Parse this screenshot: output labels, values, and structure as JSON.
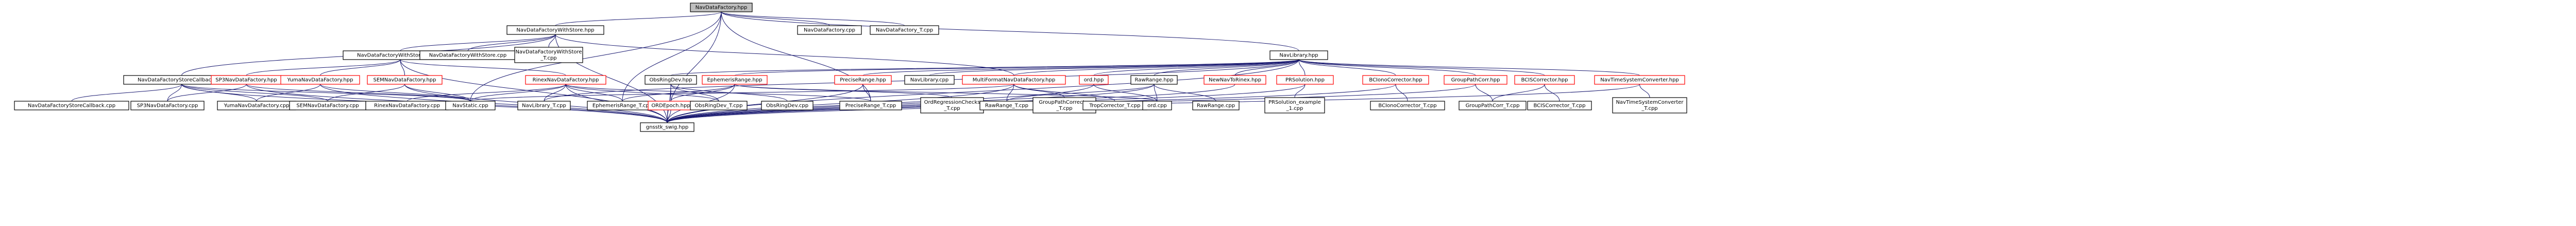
{
  "colors": {
    "edge": "#191970",
    "node_border_black": "#000000",
    "node_border_red": "#ff0000",
    "node_fill": "#ffffff",
    "root_fill": "#bfbfbf",
    "text": "#000000"
  },
  "nodes": [
    {
      "id": "n_root",
      "label": "NavDataFactory.hpp",
      "border": "black",
      "root": true
    },
    {
      "id": "n_withstore",
      "label": "NavDataFactoryWithStore.hpp",
      "border": "black"
    },
    {
      "id": "n_ndf_cpp",
      "label": "NavDataFactory.cpp",
      "border": "black"
    },
    {
      "id": "n_ndf_t",
      "label": "NavDataFactory_T.cpp",
      "border": "black"
    },
    {
      "id": "n_storefile",
      "label": "NavDataFactoryWithStoreFile.hpp",
      "border": "black"
    },
    {
      "id": "n_ws_cpp",
      "label": "NavDataFactoryWithStore.cpp",
      "border": "black"
    },
    {
      "id": "n_ws_t",
      "label": [
        "NavDataFactoryWithStore",
        "_T.cpp"
      ],
      "border": "black"
    },
    {
      "id": "n_navlib",
      "label": "NavLibrary.hpp",
      "border": "black"
    },
    {
      "id": "n_storecb",
      "label": "NavDataFactoryStoreCallback.hpp",
      "border": "black"
    },
    {
      "id": "n_sp3",
      "label": "SP3NavDataFactory.hpp",
      "border": "red"
    },
    {
      "id": "n_yuma",
      "label": "YumaNavDataFactory.hpp",
      "border": "red"
    },
    {
      "id": "n_sem",
      "label": "SEMNavDataFactory.hpp",
      "border": "red"
    },
    {
      "id": "n_rinex",
      "label": "RinexNavDataFactory.hpp",
      "border": "red"
    },
    {
      "id": "n_obsring",
      "label": "ObsRingDev.hpp",
      "border": "black"
    },
    {
      "id": "n_ephrange",
      "label": "EphemerisRange.hpp",
      "border": "red"
    },
    {
      "id": "n_precrange",
      "label": "PreciseRange.hpp",
      "border": "red"
    },
    {
      "id": "n_navlib_cpp",
      "label": "NavLibrary.cpp",
      "border": "black"
    },
    {
      "id": "n_multiformat",
      "label": "MultiFormatNavDataFactory.hpp",
      "border": "red"
    },
    {
      "id": "n_ord",
      "label": "ord.hpp",
      "border": "red"
    },
    {
      "id": "n_rawrange",
      "label": "RawRange.hpp",
      "border": "black"
    },
    {
      "id": "n_newnav",
      "label": "NewNavToRinex.hpp",
      "border": "red"
    },
    {
      "id": "n_prsol",
      "label": "PRSolution.hpp",
      "border": "red"
    },
    {
      "id": "n_bciono",
      "label": "BCIonoCorrector.hpp",
      "border": "red"
    },
    {
      "id": "n_grouppath",
      "label": "GroupPathCorr.hpp",
      "border": "red"
    },
    {
      "id": "n_bcis",
      "label": "BCISCorrector.hpp",
      "border": "red"
    },
    {
      "id": "n_navtime",
      "label": "NavTimeSystemConverter.hpp",
      "border": "red"
    },
    {
      "id": "n_storecb_cpp",
      "label": "NavDataFactoryStoreCallback.cpp",
      "border": "black"
    },
    {
      "id": "n_sp3_cpp",
      "label": "SP3NavDataFactory.cpp",
      "border": "black"
    },
    {
      "id": "n_yuma_cpp",
      "label": "YumaNavDataFactory.cpp",
      "border": "black"
    },
    {
      "id": "n_sem_cpp",
      "label": "SEMNavDataFactory.cpp",
      "border": "black"
    },
    {
      "id": "n_rinex_cpp",
      "label": "RinexNavDataFactory.cpp",
      "border": "black"
    },
    {
      "id": "n_navstatic",
      "label": "NavStatic.cpp",
      "border": "black"
    },
    {
      "id": "n_navlib_t",
      "label": "NavLibrary_T.cpp",
      "border": "black"
    },
    {
      "id": "n_eph_t",
      "label": "EphemerisRange_T.cpp",
      "border": "black"
    },
    {
      "id": "n_ordepoch",
      "label": "ORDEpoch.hpp",
      "border": "red"
    },
    {
      "id": "n_obsring_t",
      "label": "ObsRingDev_T.cpp",
      "border": "black"
    },
    {
      "id": "n_obsring_cpp",
      "label": "ObsRingDev.cpp",
      "border": "black"
    },
    {
      "id": "n_prec_t",
      "label": "PreciseRange_T.cpp",
      "border": "black"
    },
    {
      "id": "n_ordregress",
      "label": [
        "OrdRegressionChecks",
        "_T.cpp"
      ],
      "border": "black"
    },
    {
      "id": "n_raw_t",
      "label": "RawRange_T.cpp",
      "border": "black"
    },
    {
      "id": "n_grouppath_corr_t",
      "label": [
        "GroupPathCorrector",
        "_T.cpp"
      ],
      "border": "black"
    },
    {
      "id": "n_trop_t",
      "label": "TropCorrector_T.cpp",
      "border": "black"
    },
    {
      "id": "n_ord_cpp",
      "label": "ord.cpp",
      "border": "black"
    },
    {
      "id": "n_raw_cpp",
      "label": "RawRange.cpp",
      "border": "black"
    },
    {
      "id": "n_prsol_example",
      "label": [
        "PRSolution_example",
        "_1.cpp"
      ],
      "border": "black"
    },
    {
      "id": "n_bciono_t",
      "label": "BCIonoCorrector_T.cpp",
      "border": "black"
    },
    {
      "id": "n_grouppath_t",
      "label": "GroupPathCorr_T.cpp",
      "border": "black"
    },
    {
      "id": "n_bcis_t",
      "label": "BCISCorrector_T.cpp",
      "border": "black"
    },
    {
      "id": "n_navtime_t",
      "label": [
        "NavTimeSystemConverter",
        "_T.cpp"
      ],
      "border": "black"
    },
    {
      "id": "n_gnsstk",
      "label": "gnsstk_swig.hpp",
      "border": "black"
    }
  ],
  "edges": [
    [
      "n_root",
      "n_withstore"
    ],
    [
      "n_root",
      "n_ndf_cpp"
    ],
    [
      "n_root",
      "n_ndf_t"
    ],
    [
      "n_root",
      "n_navlib"
    ],
    [
      "n_root",
      "n_eph_t"
    ],
    [
      "n_root",
      "n_prec_t"
    ],
    [
      "n_root",
      "n_navstatic"
    ],
    [
      "n_root",
      "n_gnsstk"
    ],
    [
      "n_withstore",
      "n_storefile"
    ],
    [
      "n_withstore",
      "n_ws_cpp"
    ],
    [
      "n_withstore",
      "n_ws_t"
    ],
    [
      "n_withstore",
      "n_storecb"
    ],
    [
      "n_withstore",
      "n_multiformat"
    ],
    [
      "n_withstore",
      "n_gnsstk"
    ],
    [
      "n_storefile",
      "n_sp3"
    ],
    [
      "n_storefile",
      "n_yuma"
    ],
    [
      "n_storefile",
      "n_sem"
    ],
    [
      "n_storefile",
      "n_rinex"
    ],
    [
      "n_storefile",
      "n_gnsstk"
    ],
    [
      "n_storecb",
      "n_storecb_cpp"
    ],
    [
      "n_storecb",
      "n_sp3_cpp"
    ],
    [
      "n_storecb",
      "n_yuma_cpp"
    ],
    [
      "n_storecb",
      "n_sem_cpp"
    ],
    [
      "n_storecb",
      "n_navstatic"
    ],
    [
      "n_storecb",
      "n_gnsstk"
    ],
    [
      "n_sp3",
      "n_sp3_cpp"
    ],
    [
      "n_sp3",
      "n_navstatic"
    ],
    [
      "n_sp3",
      "n_gnsstk"
    ],
    [
      "n_yuma",
      "n_yuma_cpp"
    ],
    [
      "n_yuma",
      "n_navstatic"
    ],
    [
      "n_yuma",
      "n_gnsstk"
    ],
    [
      "n_sem",
      "n_sem_cpp"
    ],
    [
      "n_sem",
      "n_navstatic"
    ],
    [
      "n_sem",
      "n_gnsstk"
    ],
    [
      "n_rinex",
      "n_rinex_cpp"
    ],
    [
      "n_rinex",
      "n_navstatic"
    ],
    [
      "n_rinex",
      "n_navlib_t"
    ],
    [
      "n_rinex",
      "n_eph_t"
    ],
    [
      "n_rinex",
      "n_obsring_t"
    ],
    [
      "n_rinex",
      "n_prec_t"
    ],
    [
      "n_rinex",
      "n_gnsstk"
    ],
    [
      "n_navlib",
      "n_obsring"
    ],
    [
      "n_navlib",
      "n_ephrange"
    ],
    [
      "n_navlib",
      "n_precrange"
    ],
    [
      "n_navlib",
      "n_navlib_cpp"
    ],
    [
      "n_navlib",
      "n_multiformat"
    ],
    [
      "n_navlib",
      "n_ord"
    ],
    [
      "n_navlib",
      "n_rawrange"
    ],
    [
      "n_navlib",
      "n_newnav"
    ],
    [
      "n_navlib",
      "n_prsol"
    ],
    [
      "n_navlib",
      "n_bciono"
    ],
    [
      "n_navlib",
      "n_grouppath"
    ],
    [
      "n_navlib",
      "n_bcis"
    ],
    [
      "n_navlib",
      "n_navtime"
    ],
    [
      "n_navlib",
      "n_navlib_t"
    ],
    [
      "n_navlib",
      "n_gnsstk"
    ],
    [
      "n_obsring",
      "n_obsring_t"
    ],
    [
      "n_obsring",
      "n_obsring_cpp"
    ],
    [
      "n_obsring",
      "n_ordepoch"
    ],
    [
      "n_obsring",
      "n_gnsstk"
    ],
    [
      "n_ephrange",
      "n_eph_t"
    ],
    [
      "n_ephrange",
      "n_ordepoch"
    ],
    [
      "n_ephrange",
      "n_ordregress"
    ],
    [
      "n_ephrange",
      "n_ord_cpp"
    ],
    [
      "n_ephrange",
      "n_gnsstk"
    ],
    [
      "n_precrange",
      "n_prec_t"
    ],
    [
      "n_precrange",
      "n_gnsstk"
    ],
    [
      "n_multiformat",
      "n_navstatic"
    ],
    [
      "n_multiformat",
      "n_grouppath_corr_t"
    ],
    [
      "n_multiformat",
      "n_trop_t"
    ],
    [
      "n_multiformat",
      "n_raw_t"
    ],
    [
      "n_multiformat",
      "n_gnsstk"
    ],
    [
      "n_ord",
      "n_ord_cpp"
    ],
    [
      "n_ord",
      "n_gnsstk"
    ],
    [
      "n_rawrange",
      "n_raw_t"
    ],
    [
      "n_rawrange",
      "n_raw_cpp"
    ],
    [
      "n_rawrange",
      "n_ord_cpp"
    ],
    [
      "n_rawrange",
      "n_gnsstk"
    ],
    [
      "n_newnav",
      "n_gnsstk"
    ],
    [
      "n_prsol",
      "n_prsol_example"
    ],
    [
      "n_prsol",
      "n_gnsstk"
    ],
    [
      "n_bciono",
      "n_bciono_t"
    ],
    [
      "n_bciono",
      "n_gnsstk"
    ],
    [
      "n_grouppath",
      "n_grouppath_t"
    ],
    [
      "n_grouppath",
      "n_gnsstk"
    ],
    [
      "n_bcis",
      "n_bcis_t"
    ],
    [
      "n_bcis",
      "n_grouppath_t"
    ],
    [
      "n_navtime",
      "n_navtime_t"
    ],
    [
      "n_navtime",
      "n_gnsstk"
    ],
    [
      "n_ordepoch",
      "n_gnsstk"
    ]
  ]
}
